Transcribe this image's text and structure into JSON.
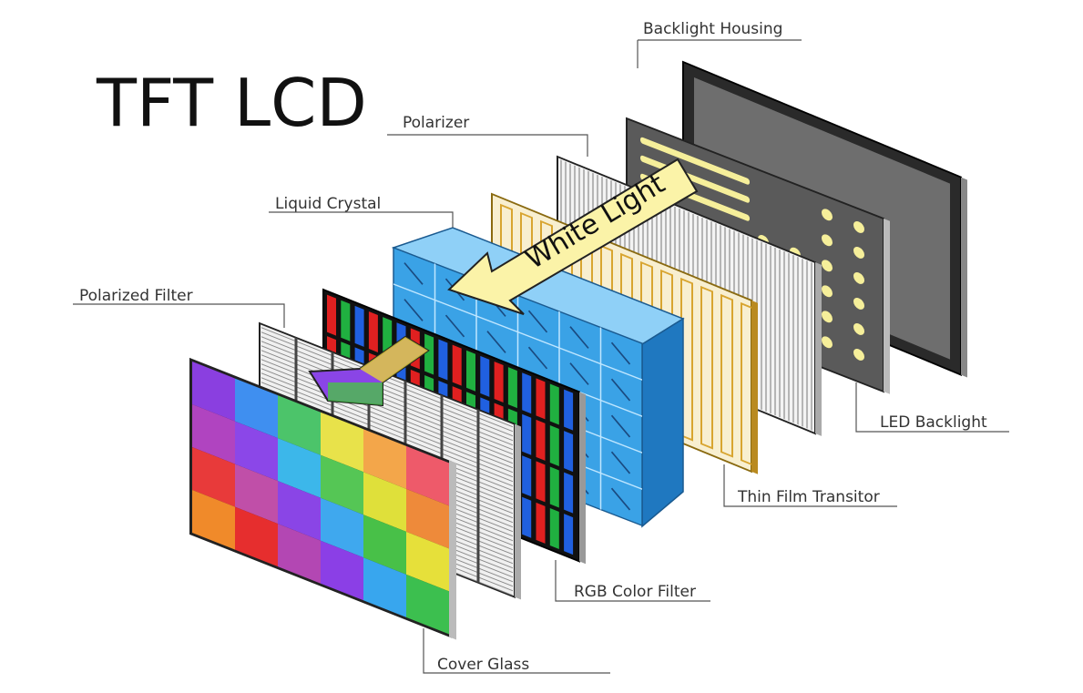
{
  "title": "TFT LCD",
  "arrow_text": "White Light",
  "labels": {
    "backlight_housing": "Backlight Housing",
    "polarizer": "Polarizer",
    "liquid_crystal": "Liquid Crystal",
    "polarized_filter": "Polarized Filter",
    "led_backlight": "LED Backlight",
    "thin_film_transistor": "Thin Film Transitor",
    "rgb_color_filter": "RGB Color Filter",
    "cover_glass": "Cover Glass"
  },
  "colors": {
    "cover_grid": [
      [
        "#8a3fe0",
        "#3f8ff0",
        "#4cc46a",
        "#e8e24a",
        "#f3a64a",
        "#ee5a6a"
      ],
      [
        "#b044c0",
        "#8b47e8",
        "#3cb7ea",
        "#55c655",
        "#dfe03a",
        "#ee8a3a"
      ],
      [
        "#e83a3a",
        "#c04fa8",
        "#8a45e6",
        "#3fa8ee",
        "#48c048",
        "#e6e03a"
      ],
      [
        "#f08a2a",
        "#e62e2e",
        "#b347b3",
        "#8b3fe6",
        "#38a6ee",
        "#3cbf4f"
      ]
    ],
    "rgb_stripes": [
      "#e02020",
      "#20b040",
      "#2060e0"
    ],
    "led": "#f6ef9a",
    "arrow_fill": "#fbf3a8",
    "tft_gold": "#d8a530",
    "lc_blue": "#3aa2e6"
  }
}
